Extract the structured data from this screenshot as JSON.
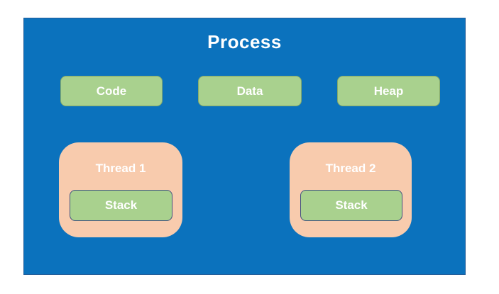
{
  "diagram": {
    "title": "Process",
    "segments": [
      {
        "label": "Code"
      },
      {
        "label": "Data"
      },
      {
        "label": "Heap"
      }
    ],
    "threads": [
      {
        "label": "Thread 1",
        "stack_label": "Stack"
      },
      {
        "label": "Thread 2",
        "stack_label": "Stack"
      }
    ],
    "colors": {
      "background": "#ffffff",
      "process_fill": "#0b72bd",
      "process_border": "#235e9b",
      "segment_fill": "#a9d18e",
      "segment_border": "#87ab6a",
      "thread_fill": "#f8cbad",
      "stack_fill": "#a9d18e",
      "stack_border": "#41527f",
      "text": "#ffffff"
    }
  }
}
